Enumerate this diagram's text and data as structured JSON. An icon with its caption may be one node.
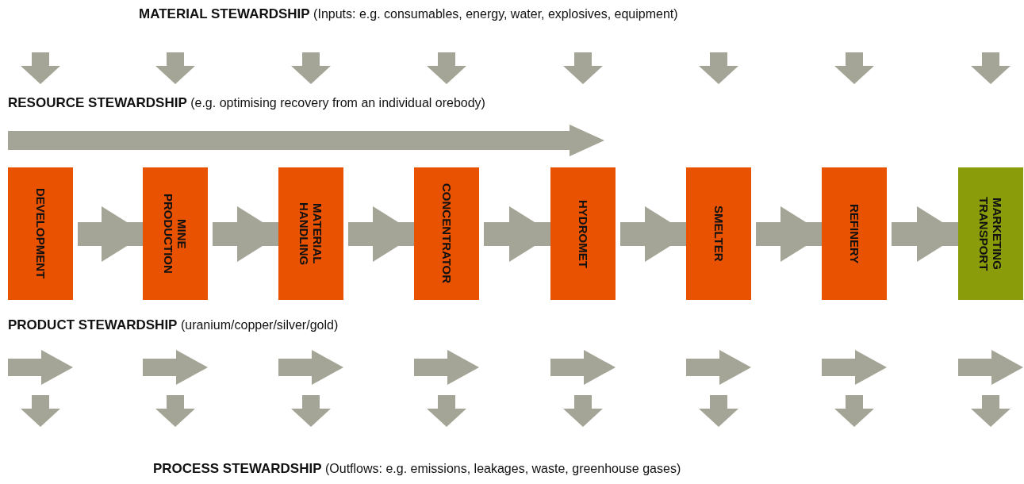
{
  "diagram": {
    "nodes": [
      {
        "text": [
          "DEVELOPMENT"
        ]
      },
      {
        "text": [
          "MINE PRODUCTION"
        ]
      },
      {
        "text": [
          "MATERIAL HANDLING"
        ]
      },
      {
        "text": [
          "CONCENTRATOR"
        ]
      },
      {
        "text": [
          "HYDROMET"
        ]
      },
      {
        "text": [
          "SMELTER"
        ]
      },
      {
        "text": [
          "REFINERY"
        ]
      },
      {
        "text": [
          "MARKETING TRANSPORT"
        ]
      }
    ],
    "edges": [
      {
        "from": 0,
        "to": 1,
        "arrow": "to"
      },
      {
        "from": 1,
        "to": 2,
        "arrow": "to"
      },
      {
        "from": 2,
        "to": 3,
        "arrow": "to"
      },
      {
        "from": 3,
        "to": 4,
        "arrow": "to"
      },
      {
        "from": 4,
        "to": 5,
        "arrow": "to"
      },
      {
        "from": 5,
        "to": 6,
        "arrow": "to"
      },
      {
        "from": 6,
        "to": 7,
        "arrow": "to"
      }
    ],
    "labels": [
      "**MATERIAL STEWARDSHIP** (Inputs: e.g. consumables, energy, water, explosives, equipment)",
      "**RESOURCE STEWARDSHIP** (e.g. optimising recovery from an individual orebody)",
      "**PRODUCT STEWARDSHIP** (uranium/copper/silver/gold)",
      "**PROCESS STEWARDSHIP** (Outflows: e.g. emissions, leakages, waste, greenhouse gases)"
    ]
  }
}
